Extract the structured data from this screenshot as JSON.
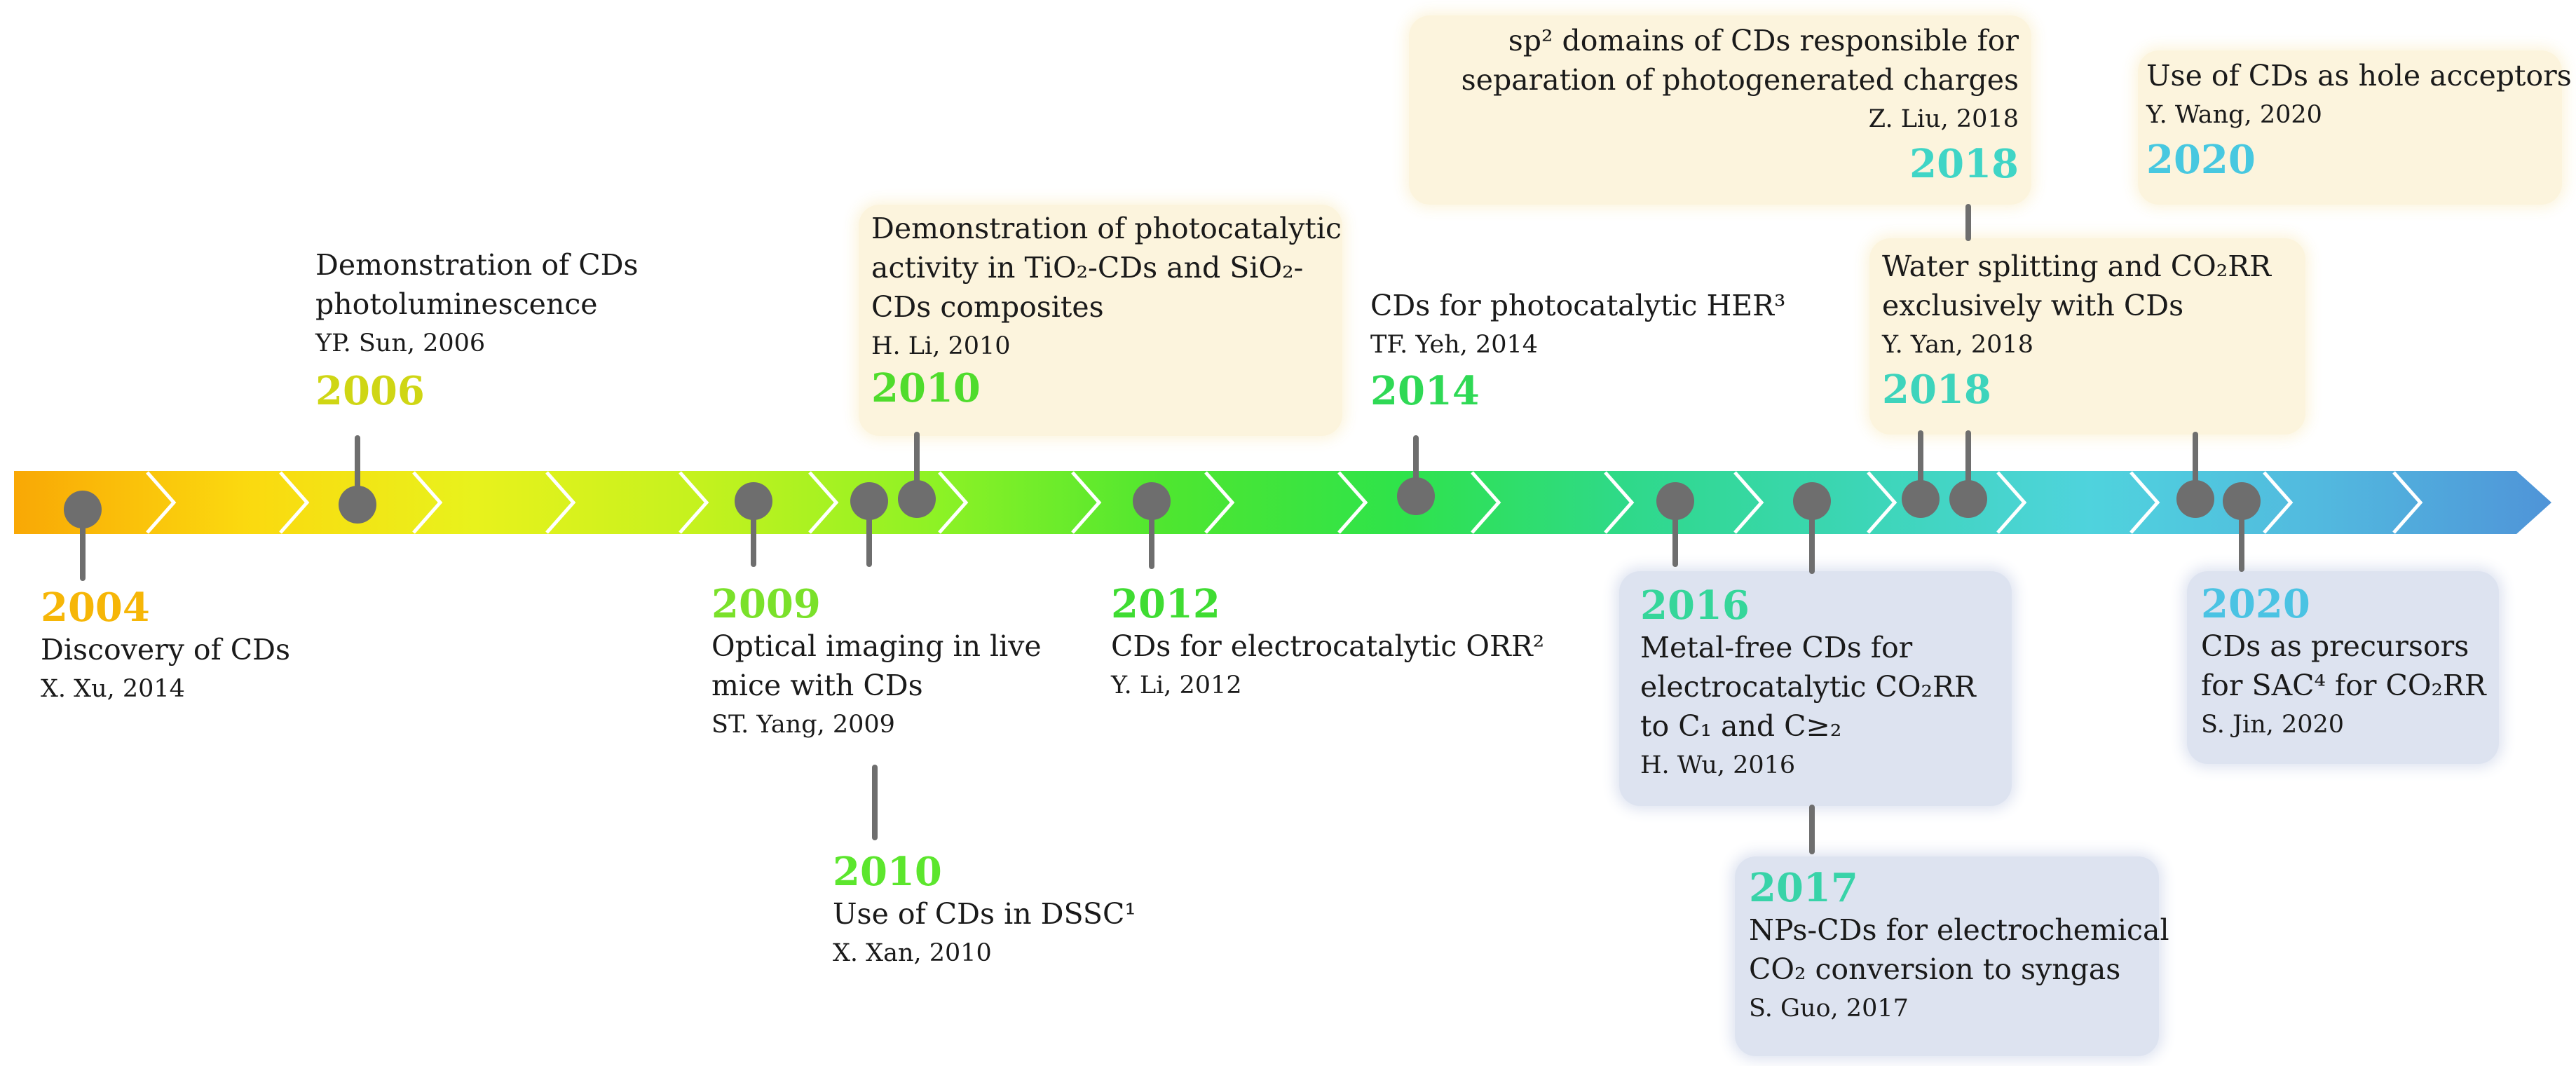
{
  "colors": {
    "arrow_gradient": [
      "#f9a805",
      "#fbd90f",
      "#e8f21c",
      "#c3f21e",
      "#8df225",
      "#4ee630",
      "#2fe34a",
      "#2fd98a",
      "#3cd6b6",
      "#4fd3dd",
      "#52b9df",
      "#4f94d8"
    ],
    "marker": "#6e6e6e",
    "highlight_cream": "#fcf4dd",
    "highlight_blue": "#dde3f0"
  },
  "events": [
    {
      "id": "e2004",
      "year": "2004",
      "year_color": "#f6b607",
      "desc_lines": [
        "Discovery of CDs"
      ],
      "cite": "X. Xu, 2014"
    },
    {
      "id": "e2006",
      "year": "2006",
      "year_color": "#cfd614",
      "desc_lines": [
        "Demonstration of CDs",
        "photoluminescence"
      ],
      "cite": "YP. Sun, 2006"
    },
    {
      "id": "e2009",
      "year": "2009",
      "year_color": "#7ae12a",
      "desc_lines": [
        "Optical imaging in live",
        "mice with CDs"
      ],
      "cite": "ST. Yang, 2009"
    },
    {
      "id": "e2010b",
      "year": "2010",
      "year_color": "#5ce62d",
      "desc_lines": [
        "Use of CDs in DSSC¹"
      ],
      "cite": "X. Xan, 2010"
    },
    {
      "id": "e2010a",
      "year": "2010",
      "year_color": "#4fdc2c",
      "desc_lines": [
        "Demonstration of photocatalytic",
        "activity in TiO₂-CDs and SiO₂-",
        "CDs composites"
      ],
      "cite": "H. Li, 2010"
    },
    {
      "id": "e2012",
      "year": "2012",
      "year_color": "#3fdc32",
      "desc_lines": [
        "CDs for electrocatalytic ORR²"
      ],
      "cite": "Y. Li, 2012"
    },
    {
      "id": "e2014",
      "year": "2014",
      "year_color": "#2fd955",
      "desc_lines": [
        "CDs for photocatalytic HER³"
      ],
      "cite": "TF. Yeh, 2014"
    },
    {
      "id": "e2016",
      "year": "2016",
      "year_color": "#35d69a",
      "desc_lines": [
        "Metal-free CDs for",
        "electrocatalytic CO₂RR",
        "to C₁ and C≥₂"
      ],
      "cite": "H. Wu, 2016"
    },
    {
      "id": "e2017",
      "year": "2017",
      "year_color": "#38d3a8",
      "desc_lines": [
        "NPs-CDs for electrochemical",
        "CO₂ conversion to syngas"
      ],
      "cite": "S. Guo, 2017"
    },
    {
      "id": "e2018a",
      "year": "2018",
      "year_color": "#3dd4bc",
      "desc_lines": [
        "Water splitting and CO₂RR",
        "exclusively with CDs"
      ],
      "cite": "Y. Yan, 2018"
    },
    {
      "id": "e2018b",
      "year": "2018",
      "year_color": "#3fd5c6",
      "desc_lines": [
        "sp² domains of CDs responsible for",
        "separation of photogenerated charges"
      ],
      "cite": "Z. Liu, 2018"
    },
    {
      "id": "e2020a",
      "year": "2020",
      "year_color": "#47c8e0",
      "desc_lines": [
        "Use of CDs as hole acceptors"
      ],
      "cite": "Y. Wang, 2020"
    },
    {
      "id": "e2020b",
      "year": "2020",
      "year_color": "#4ac3e3",
      "desc_lines": [
        "CDs as precursors",
        "for SAC⁴ for CO₂RR"
      ],
      "cite": "S. Jin, 2020"
    }
  ]
}
